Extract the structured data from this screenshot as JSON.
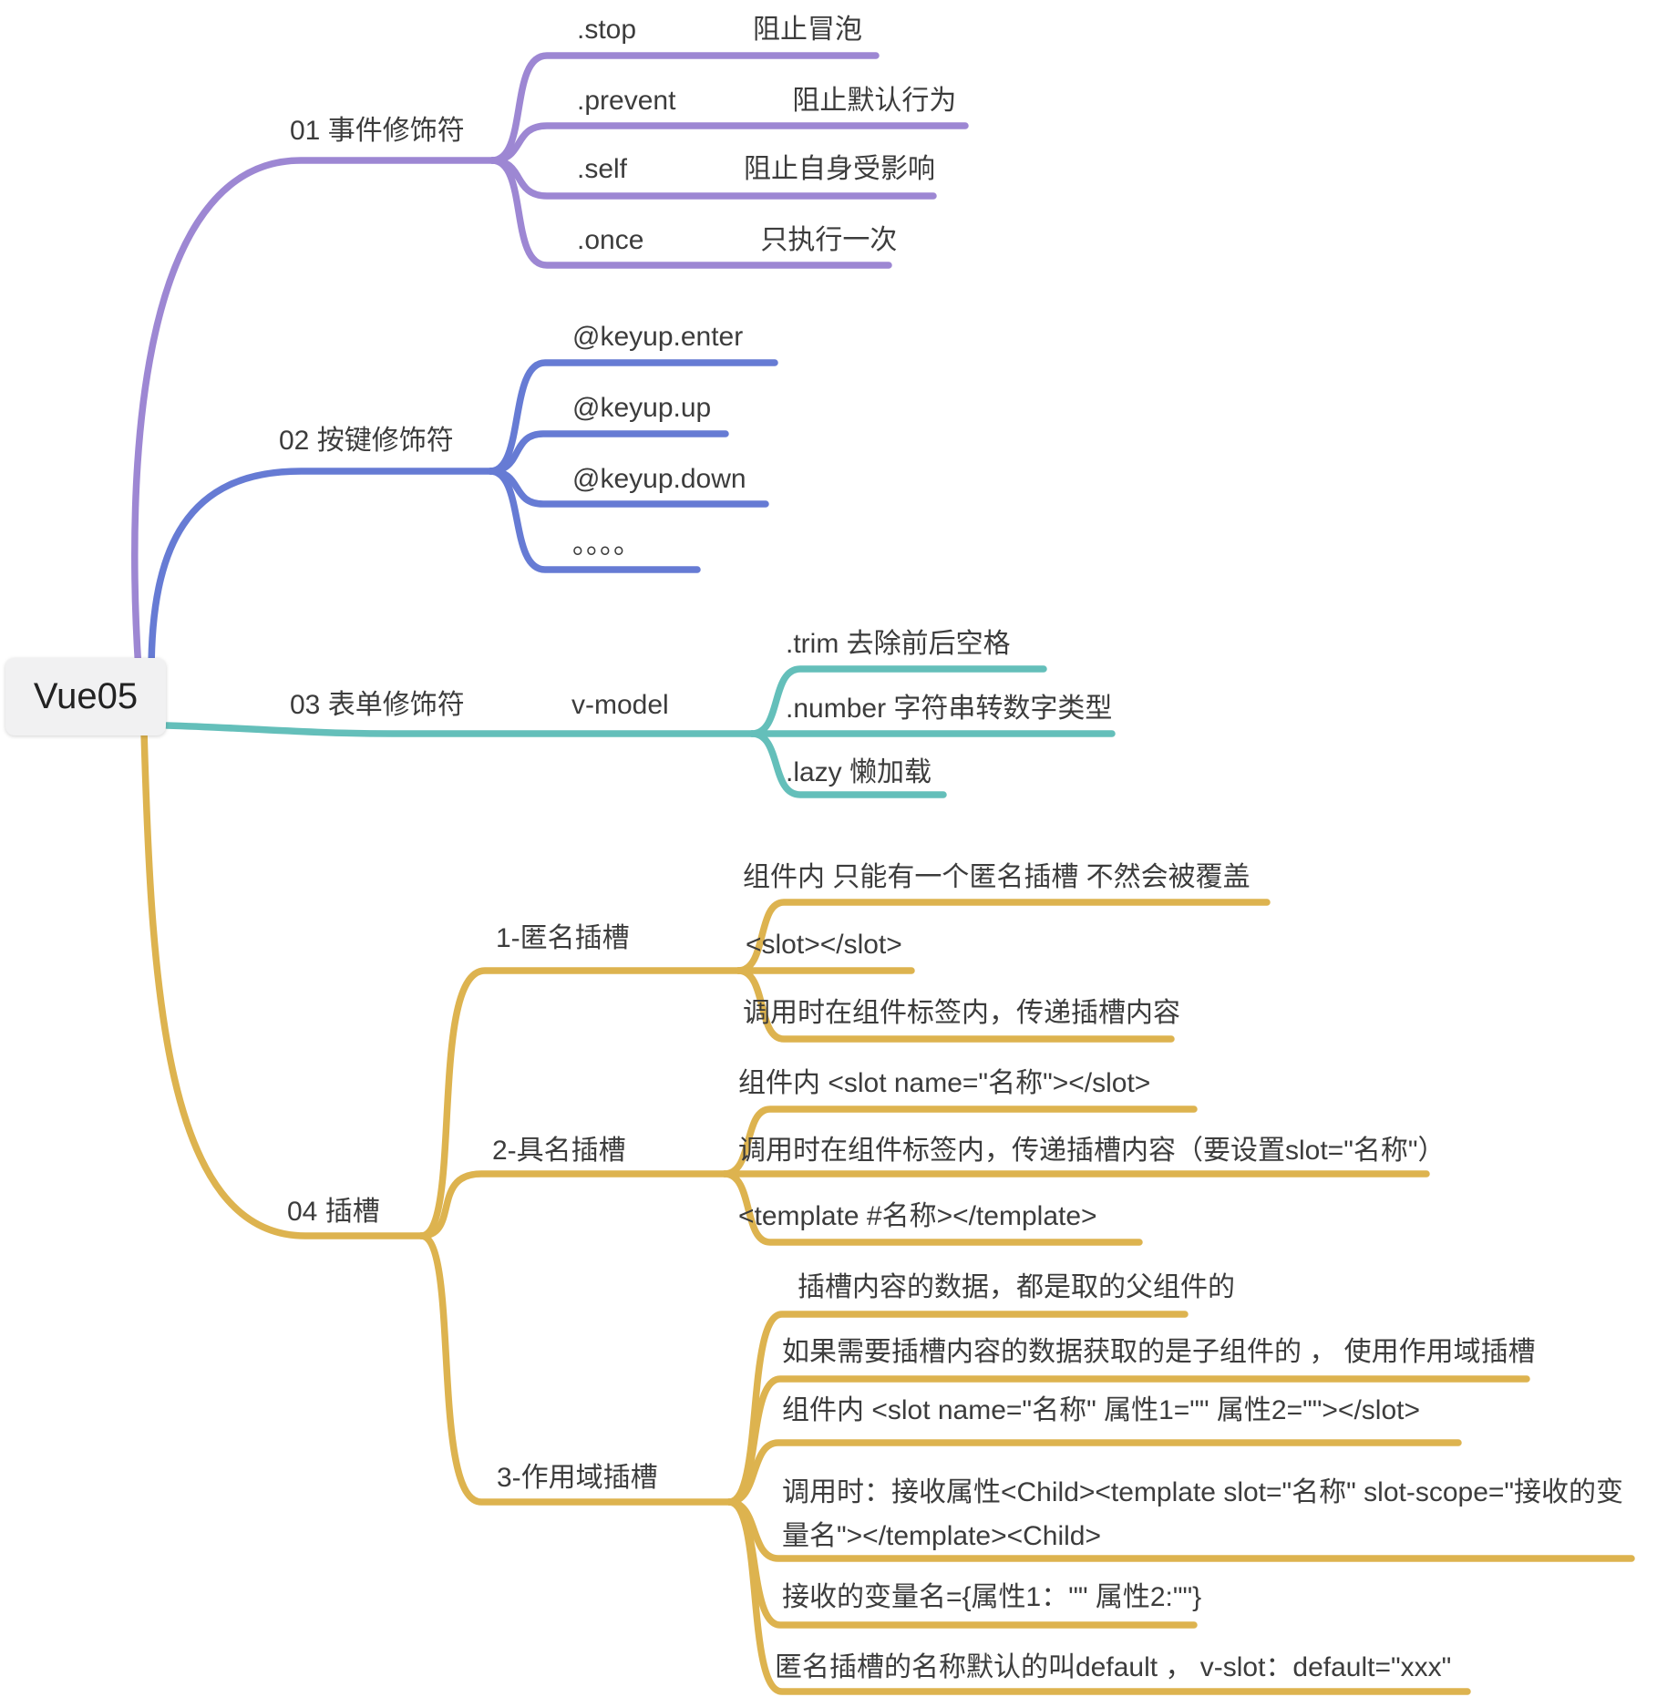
{
  "root": {
    "label": "Vue05"
  },
  "colors": {
    "branch1": "#9d87d3",
    "branch2": "#667bd4",
    "branch3": "#64bfba",
    "branch4": "#ddb34f",
    "text": "#3c3c3c",
    "root_bg": "#f1f1f2"
  },
  "branches": [
    {
      "label": "01 事件修饰符",
      "children": [
        {
          "label": ".stop",
          "desc": "阻止冒泡"
        },
        {
          "label": ".prevent",
          "desc": "阻止默认行为"
        },
        {
          "label": ".self",
          "desc": "阻止自身受影响"
        },
        {
          "label": ".once",
          "desc": "只执行一次"
        }
      ]
    },
    {
      "label": "02 按键修饰符",
      "children": [
        {
          "label": "@keyup.enter"
        },
        {
          "label": "@keyup.up"
        },
        {
          "label": "@keyup.down"
        },
        {
          "label": "。。。。"
        }
      ]
    },
    {
      "label": "03 表单修饰符",
      "sub_label": "v-model",
      "children": [
        {
          "label": ".trim  去除前后空格"
        },
        {
          "label": ".number 字符串转数字类型"
        },
        {
          "label": ".lazy 懒加载"
        }
      ]
    },
    {
      "label": "04 插槽",
      "children": [
        {
          "label": "1-匿名插槽",
          "children": [
            {
              "label": "组件内 只能有一个匿名插槽 不然会被覆盖"
            },
            {
              "label": "<slot></slot>"
            },
            {
              "label": "调用时在组件标签内，传递插槽内容"
            }
          ]
        },
        {
          "label": "2-具名插槽",
          "children": [
            {
              "label": "组件内 <slot name=\"名称\"></slot>"
            },
            {
              "label": "调用时在组件标签内，传递插槽内容（要设置slot=\"名称\"）"
            },
            {
              "label": "<template #名称></template>"
            }
          ]
        },
        {
          "label": "3-作用域插槽",
          "children": [
            {
              "label": "插槽内容的数据，都是取的父组件的"
            },
            {
              "label": "如果需要插槽内容的数据获取的是子组件的 ， 使用作用域插槽"
            },
            {
              "label": "组件内 <slot name=\"名称\" 属性1=\"\" 属性2=\"\"></slot>"
            },
            {
              "label": "调用时：接收属性<Child><template slot=\"名称\" slot-scope=\"接收的变量名\"></template><Child>"
            },
            {
              "label": "接收的变量名={属性1：\"\" 属性2:\"\"}"
            },
            {
              "label": "匿名插槽的名称默认的叫default ， v-slot：default=\"xxx\""
            }
          ]
        }
      ]
    }
  ]
}
